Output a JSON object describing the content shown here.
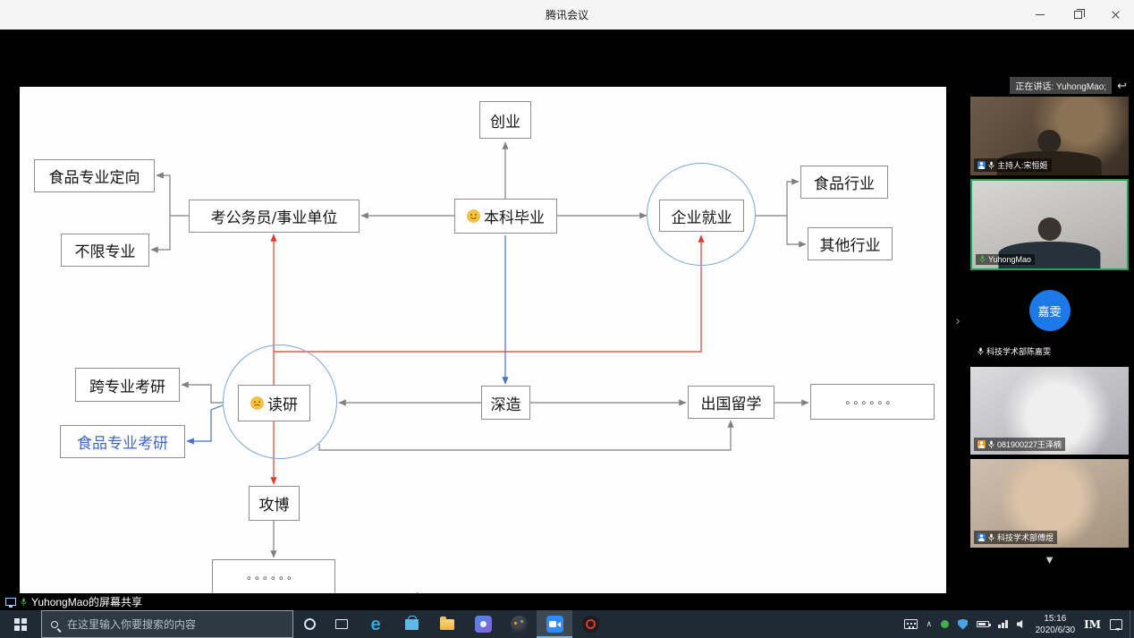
{
  "window": {
    "title": "腾讯会议"
  },
  "icons": {
    "sidebar_expand": "›",
    "more_participants": "▼",
    "jump_to_speaker": "↩",
    "tray_expand": "∧",
    "edge_logo": "e"
  },
  "share_status": {
    "text": "YuhongMao的屏幕共享"
  },
  "sidebar": {
    "speaking": "正在讲话: YuhongMao;",
    "participants": [
      {
        "name": "主持人:宋恒姬"
      },
      {
        "name": "YuhongMao"
      },
      {
        "name": "科技学术部陈嘉雯",
        "avatar_text": "嘉雯"
      },
      {
        "name": "081900227王泽楠"
      },
      {
        "name": "科技学术部傅煜"
      }
    ]
  },
  "diagram": {
    "nodes": {
      "startup": "创业",
      "food_major_targeted": "食品专业定向",
      "any_major": "不限专业",
      "civil_service": "考公务员/事业单位",
      "bachelor_graduation": "本科毕业",
      "corporate_employment": "企业就业",
      "food_industry": "食品行业",
      "other_industry": "其他行业",
      "cross_major_exam": "跨专业考研",
      "masters": "读研",
      "food_major_exam": "食品专业考研",
      "further_study": "深造",
      "study_abroad": "出国留学",
      "phd": "攻博",
      "ellipsis_right": "。。。。。。",
      "ellipsis_bottom": "。。。。。。"
    },
    "colors": {
      "line_gray": "#808080",
      "highlight_red": "#e03a2f",
      "highlight_blue": "#4472c4",
      "circle_blue": "#79a5d6"
    }
  },
  "taskbar": {
    "search_placeholder": "在这里输入你要搜索的内容",
    "clock": {
      "time": "15:16",
      "date": "2020/6/30"
    },
    "im_label": "IM"
  }
}
